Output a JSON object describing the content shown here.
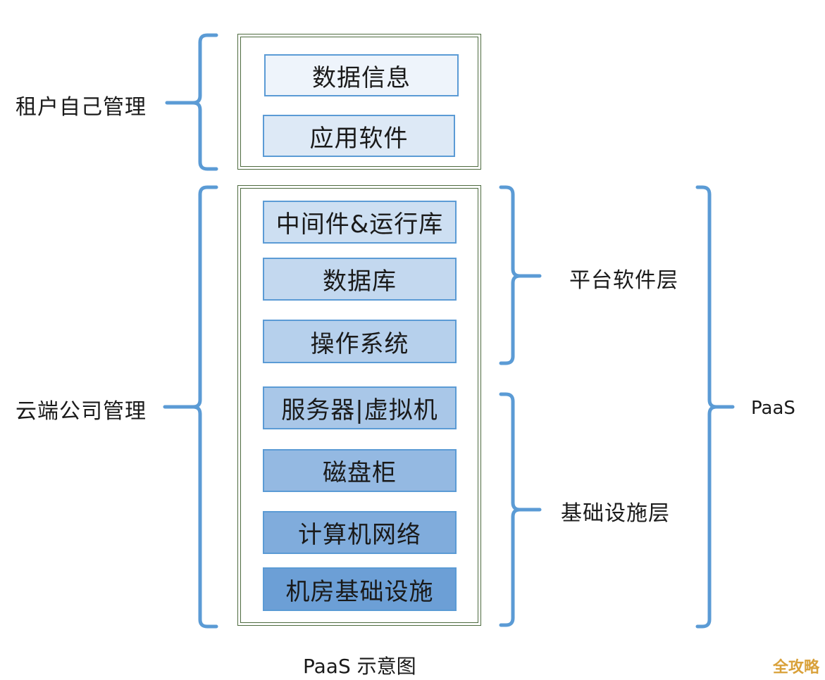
{
  "diagram": {
    "tenant_group": {
      "label": "租户自己管理",
      "layers": [
        "数据信息",
        "应用软件"
      ]
    },
    "cloud_group": {
      "label": "云端公司管理",
      "layers": [
        "中间件&运行库",
        "数据库",
        "操作系统",
        "服务器|虚拟机",
        "磁盘柜",
        "计算机网络",
        "机房基础设施"
      ]
    },
    "platform_software_label": "平台软件层",
    "infrastructure_label": "基础设施层",
    "paas_label": "PaaS",
    "caption": "PaaS 示意图",
    "watermark": "全攻略",
    "colors": {
      "bracket": "#5b9bd5",
      "frame": "#4e6b3f",
      "layer_border": "#5b9bd5"
    }
  }
}
